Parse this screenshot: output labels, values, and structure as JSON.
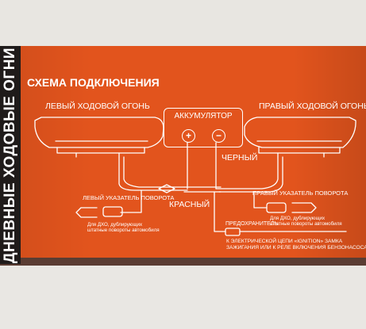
{
  "spine_title": "ДНЕВНЫЕ ХОДОВЫЕ ОГНИ",
  "diagram_title": "СХЕМА ПОДКЛЮЧЕНИЯ",
  "left_light_label": "ЛЕВЫЙ ХОДОВОЙ ОГОНЬ",
  "right_light_label": "ПРАВЫЙ ХОДОВОЙ ОГОНЬ",
  "battery_label": "АККУМУЛЯТОР",
  "plus_symbol": "+",
  "minus_symbol": "−",
  "black_wire_label": "ЧЕРНЫЙ",
  "red_wire_label": "КРАСНЫЙ",
  "left_turn_label": "ЛЕВЫЙ УКАЗАТЕЛЬ ПОВОРОТА",
  "right_turn_label": "ПРАВЫЙ УКАЗАТЕЛЬ ПОВОРОТА",
  "left_turn_note": [
    "Для ДХО, дублирующих",
    "штатные повороты автомобиля"
  ],
  "right_turn_note": [
    "Для ДХО, дублирующих",
    "штатные повороты автомобиля"
  ],
  "fuse_label": "ПРЕДОХРАНИТЕЛЬ",
  "ignition_note": [
    "К ЭЛЕКТРИЧЕСКОЙ ЦЕПИ «IGNITION» ЗАМКА",
    "ЗАЖИГАНИЯ ИЛИ К РЕЛЕ ВКЛЮЧЕНИЯ БЕНЗОНАСОСА"
  ],
  "colors": {
    "orange": "#e2541d",
    "spine": "#1f1b1a",
    "wire": "#ffffff",
    "background": "#e9e7e3"
  }
}
